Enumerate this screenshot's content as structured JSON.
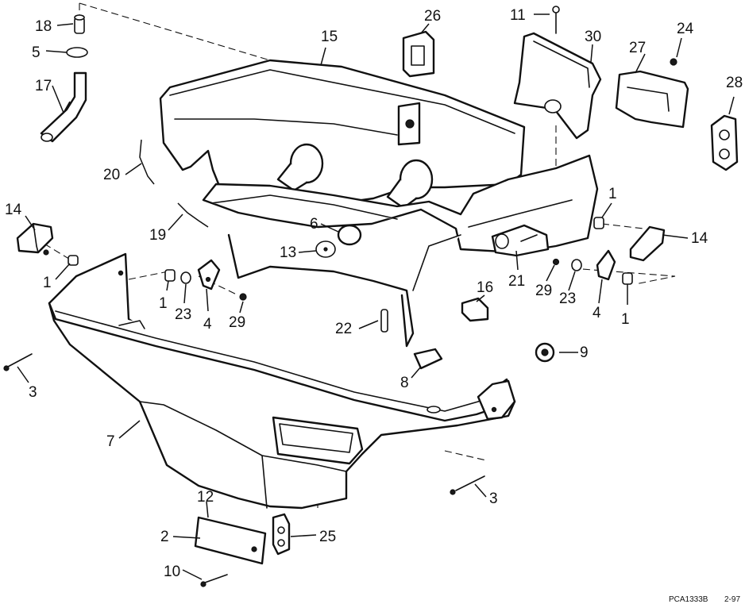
{
  "diagram": {
    "callouts": [
      {
        "id": "c18",
        "label": "18"
      },
      {
        "id": "c5",
        "label": "5"
      },
      {
        "id": "c17",
        "label": "17"
      },
      {
        "id": "c20",
        "label": "20"
      },
      {
        "id": "c14a",
        "label": "14"
      },
      {
        "id": "c1a",
        "label": "1"
      },
      {
        "id": "c19",
        "label": "19"
      },
      {
        "id": "c15",
        "label": "15"
      },
      {
        "id": "c26",
        "label": "26"
      },
      {
        "id": "c11",
        "label": "11"
      },
      {
        "id": "c30",
        "label": "30"
      },
      {
        "id": "c24",
        "label": "24"
      },
      {
        "id": "c27",
        "label": "27"
      },
      {
        "id": "c28",
        "label": "28"
      },
      {
        "id": "c1b",
        "label": "1"
      },
      {
        "id": "c14b",
        "label": "14"
      },
      {
        "id": "c6",
        "label": "6"
      },
      {
        "id": "c13",
        "label": "13"
      },
      {
        "id": "c1c",
        "label": "1"
      },
      {
        "id": "c23a",
        "label": "23"
      },
      {
        "id": "c4a",
        "label": "4"
      },
      {
        "id": "c29a",
        "label": "29"
      },
      {
        "id": "c21",
        "label": "21"
      },
      {
        "id": "c16",
        "label": "16"
      },
      {
        "id": "c29b",
        "label": "29"
      },
      {
        "id": "c23b",
        "label": "23"
      },
      {
        "id": "c4b",
        "label": "4"
      },
      {
        "id": "c1d",
        "label": "1"
      },
      {
        "id": "c22",
        "label": "22"
      },
      {
        "id": "c9",
        "label": "9"
      },
      {
        "id": "c3a",
        "label": "3"
      },
      {
        "id": "c8",
        "label": "8"
      },
      {
        "id": "c7",
        "label": "7"
      },
      {
        "id": "c3b",
        "label": "3"
      },
      {
        "id": "c12",
        "label": "12"
      },
      {
        "id": "c2",
        "label": "2"
      },
      {
        "id": "c25",
        "label": "25"
      },
      {
        "id": "c10",
        "label": "10"
      }
    ],
    "figure_code": "PCA1333B",
    "date_code": "2-97"
  }
}
